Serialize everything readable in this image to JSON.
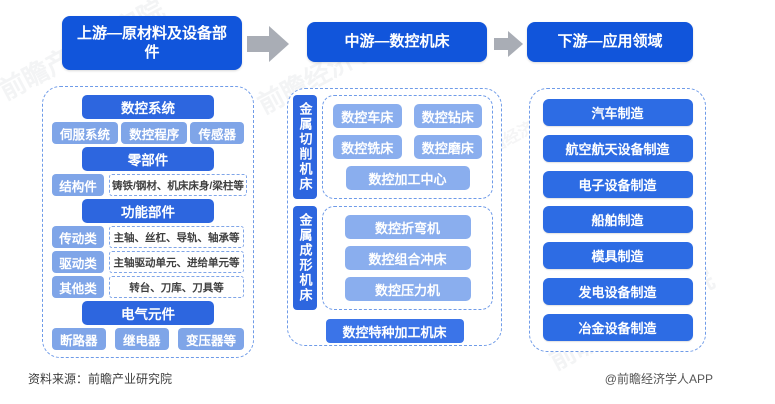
{
  "page": {
    "source_note": "资料来源：前瞻产业研究院",
    "credit": "@前瞻经济学人APP",
    "watermark_institute": "前瞻产业研究院",
    "watermark_app": "前瞻经济学人"
  },
  "colors": {
    "header_blue": "#1155DB",
    "section_blue": "#2D66DF",
    "light_chip_blue": "#7FA5E8",
    "mid_chip_blue": "#8AAEEE",
    "down_chip_blue": "#2D6CE4",
    "special_chip_blue": "#3B74E8",
    "dashed_border_blue": "#6F9BE8",
    "arrow_gray": "#A9ADB5"
  },
  "headers": {
    "upstream": "上游—原材料及设备部件",
    "midstream": "中游—数控机床",
    "downstream": "下游—应用领域"
  },
  "upstream": {
    "sections": [
      {
        "title": "数控系统",
        "chips": [
          "伺服系统",
          "数控程序",
          "传感器"
        ]
      },
      {
        "title": "零部件",
        "rows": [
          {
            "label": "结构件",
            "desc": "铸铁/钢材、机床床身/梁柱等"
          }
        ]
      },
      {
        "title": "功能部件",
        "rows": [
          {
            "label": "传动类",
            "desc": "主轴、丝杠、导轨、轴承等"
          },
          {
            "label": "驱动类",
            "desc": "主轴驱动单元、进给单元等"
          },
          {
            "label": "其他类",
            "desc": "转台、刀库、刀具等"
          }
        ]
      },
      {
        "title": "电气元件",
        "chips": [
          "断路器",
          "继电器",
          "变压器等"
        ]
      }
    ]
  },
  "midstream": {
    "groups": [
      {
        "side_label": "金属切削机床",
        "items": [
          "数控车床",
          "数控钻床",
          "数控铣床",
          "数控磨床",
          "数控加工中心"
        ]
      },
      {
        "side_label": "金属成形机床",
        "items": [
          "数控折弯机",
          "数控组合冲床",
          "数控压力机"
        ]
      }
    ],
    "footer_item": "数控特种加工机床"
  },
  "downstream": {
    "items": [
      "汽车制造",
      "航空航天设备制造",
      "电子设备制造",
      "船舶制造",
      "模具制造",
      "发电设备制造",
      "冶金设备制造"
    ]
  }
}
